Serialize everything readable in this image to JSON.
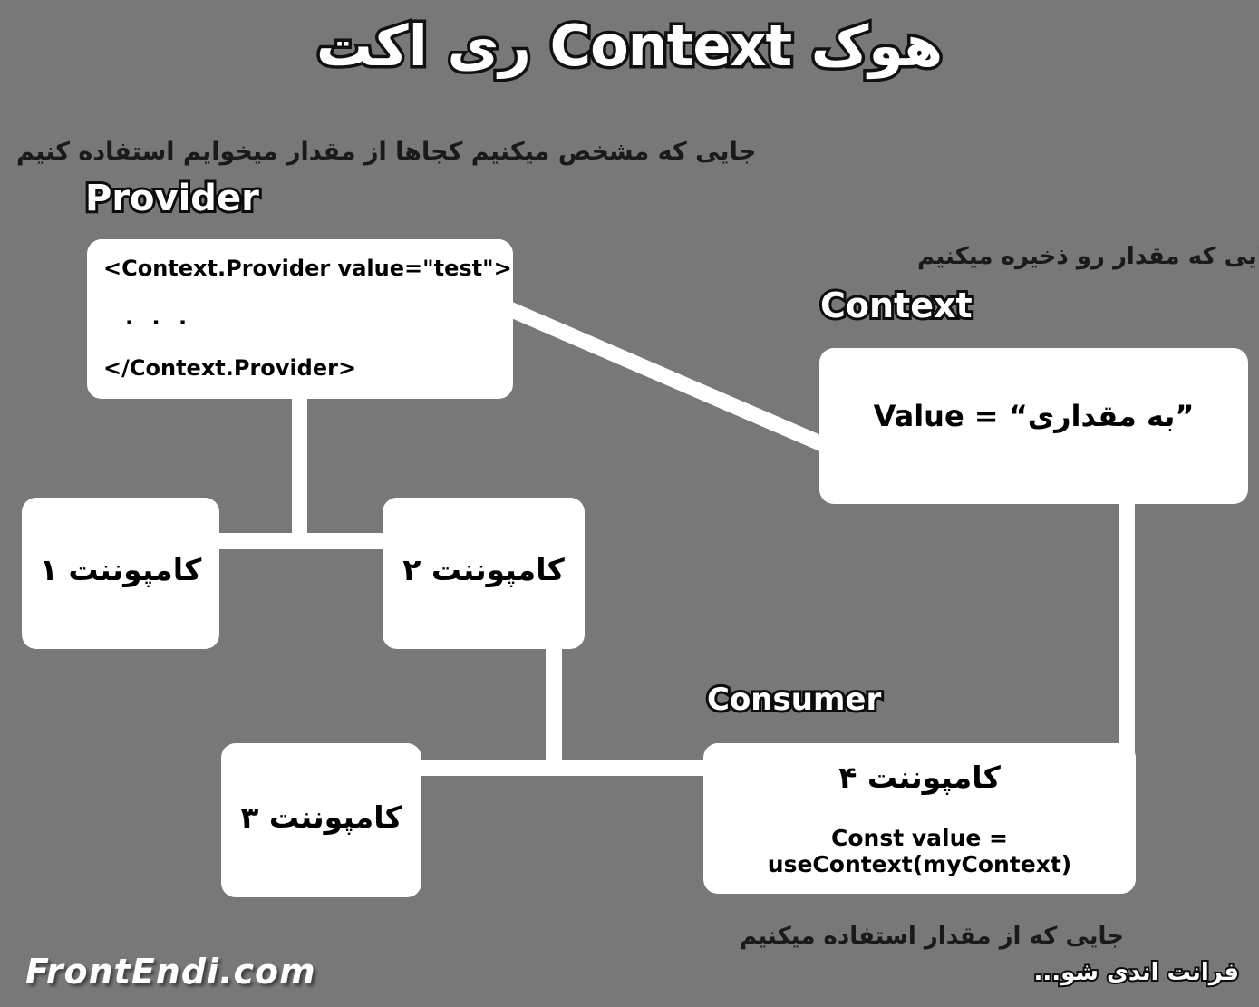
{
  "page": {
    "background_color": "#787878",
    "title": "هوک Context ری اکت"
  },
  "captions": {
    "provider_note": "جایی که مشخص میکنیم کجاها از مقدار میخوایم استفاده کنیم",
    "context_note": "جایی که مقدار رو ذخیره میکنیم",
    "consumer_note": "جایی که از مقدار استفاده میکنیم"
  },
  "headings": {
    "provider": "Provider",
    "context": "Context",
    "consumer": "Consumer"
  },
  "provider_box": {
    "line1": "<Context.Provider value=\"test\">",
    "line2": ". . .",
    "line3": "</Context.Provider>"
  },
  "context_box": {
    "value_text": "Value = “به مقداری”"
  },
  "components": {
    "c1": {
      "label": "کامپوننت ۱"
    },
    "c2": {
      "label": "کامپوننت ۲"
    },
    "c3": {
      "label": "کامپوننت ۳"
    },
    "c4": {
      "label": "کامپوننت ۴",
      "code": "Const value = useContext(myContext)"
    }
  },
  "footer": {
    "brand": "FrontEndi.com",
    "brand_fa": "فرانت اندی شو..."
  },
  "colors": {
    "background": "#787878",
    "box": "#ffffff",
    "line": "#ffffff",
    "outline": "#0d0d0d",
    "text": "#000000"
  }
}
